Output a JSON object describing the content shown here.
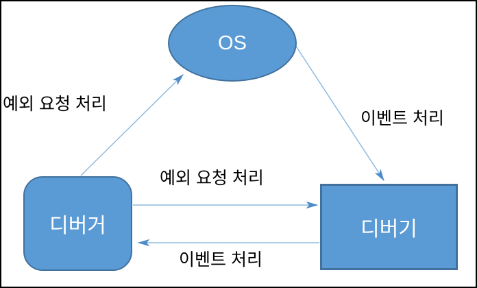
{
  "diagram": {
    "title": "Debugger / OS / Debuggee event flow diagram",
    "nodes": {
      "os": {
        "label": "OS",
        "shape": "ellipse"
      },
      "debugger": {
        "label": "디버거",
        "shape": "rounded-rectangle"
      },
      "debuggee": {
        "label": "디버기",
        "shape": "rectangle"
      }
    },
    "edges": {
      "debugger_to_os": {
        "from": "debugger",
        "to": "os",
        "label": "예외 요청 처리"
      },
      "os_to_debuggee": {
        "from": "os",
        "to": "debuggee",
        "label": "이벤트 처리"
      },
      "debugger_to_debuggee": {
        "from": "debugger",
        "to": "debuggee",
        "label": "예외 요청 처리"
      },
      "debuggee_to_debugger": {
        "from": "debuggee",
        "to": "debugger",
        "label": "이벤트 처리"
      }
    },
    "colors": {
      "node_fill": "#5b9bd5",
      "node_border": "#41719c",
      "node_text": "#ffffff",
      "arrow_line": "#8fbade",
      "arrow_head": "#4e8bc9",
      "edge_label_text": "#000000",
      "frame_border": "#000000",
      "background": "#ffffff"
    }
  }
}
